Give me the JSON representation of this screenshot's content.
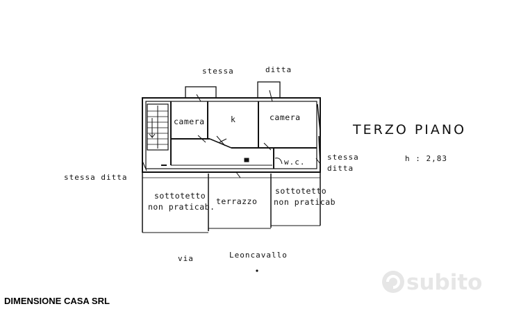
{
  "plan": {
    "labels": {
      "top_stessa": "stessa",
      "top_ditta": "ditta",
      "camera_left": "camera",
      "kitchen": "k",
      "camera_right": "camera",
      "wc": "w.c.",
      "right_stessa": "stessa",
      "right_ditta": "ditta",
      "left_neighbor": "stessa ditta",
      "sottotetto_left_1": "sottotetto",
      "sottotetto_left_2": "non praticab.",
      "terrazzo": "terrazzo",
      "sottotetto_right_1": "sottotetto",
      "sottotetto_right_2": "non praticab",
      "street_via": "via",
      "street_name": "Leoncavallo"
    },
    "floor_title": "TERZO PIANO",
    "height": "h : 2,83"
  },
  "credit": "DIMENSIONE CASA SRL",
  "watermark": "subito"
}
